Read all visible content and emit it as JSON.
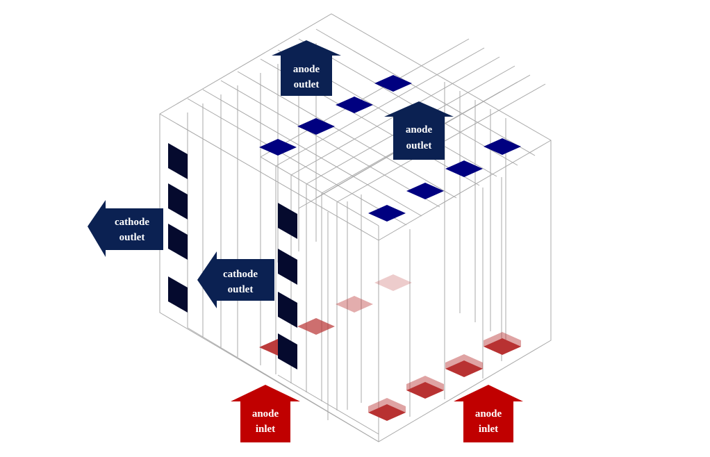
{
  "labels": {
    "anode_outlet": [
      "anode",
      "outlet"
    ],
    "cathode_outlet": [
      "cathode",
      "outlet"
    ],
    "anode_inlet": [
      "anode",
      "inlet"
    ]
  },
  "colors": {
    "outlet_arrow": "#0b2152",
    "inlet_arrow": "#c00000",
    "anode_outlet_port": "#000080",
    "cathode_port": "#050a2e",
    "inlet_port": "#b83232",
    "frame_line": "#a8a8a8",
    "arrow_text": "#ffffff"
  }
}
